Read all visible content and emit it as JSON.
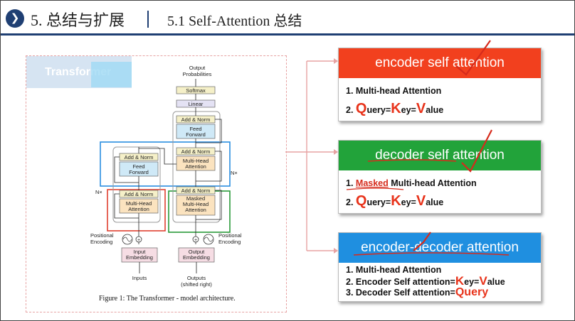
{
  "header": {
    "bullet": "❯",
    "section_title": "5. 总结与扩展",
    "subtitle": "5.1 Self-Attention 总结"
  },
  "figure": {
    "overlay_title": "Transformer",
    "caption": "Figure 1: The Transformer - model architecture.",
    "labels": {
      "output_probabilities_1": "Output",
      "output_probabilities_2": "Probabilities",
      "softmax": "Softmax",
      "linear": "Linear",
      "add_norm": "Add & Norm",
      "feed_forward_1": "Feed",
      "feed_forward_2": "Forward",
      "multi_head_1": "Multi-Head",
      "multi_head_2": "Attention",
      "masked_1": "Masked",
      "masked_2": "Multi-Head",
      "masked_3": "Attention",
      "nx": "N×",
      "positional_1": "Positional",
      "positional_2": "Encoding",
      "input_embedding_1": "Input",
      "input_embedding_2": "Embedding",
      "output_embedding_1": "Output",
      "output_embedding_2": "Embedding",
      "inputs": "Inputs",
      "outputs_1": "Outputs",
      "outputs_2": "(shifted right)"
    }
  },
  "cards": {
    "encoder": {
      "title": "encoder self attention",
      "color": "#f2401e",
      "item1": "1. Multi-head Attention",
      "item2_prefix": "2. ",
      "q": "Q",
      "q_rest": "uery=",
      "k": "K",
      "k_rest": "ey=",
      "v": "V",
      "v_rest": "alue"
    },
    "decoder": {
      "title": "decoder self attention",
      "color": "#22a33a",
      "item1_prefix": "1. ",
      "item1_masked": "Masked",
      "item1_rest": " Multi-head Attention",
      "item2_prefix": "2. ",
      "q": "Q",
      "q_rest": "uery=",
      "k": "K",
      "k_rest": "ey=",
      "v": "V",
      "v_rest": "alue"
    },
    "encdec": {
      "title": "encoder-decoder attention",
      "color": "#1f8fe0",
      "item1": "1. Multi-head Attention",
      "item2_prefix": "2. Encoder Self attention=",
      "k": "K",
      "k_rest": "ey=",
      "v": "V",
      "v_rest": "alue",
      "item3_prefix": "3. Decoder Self attention=",
      "query": "Query"
    }
  }
}
